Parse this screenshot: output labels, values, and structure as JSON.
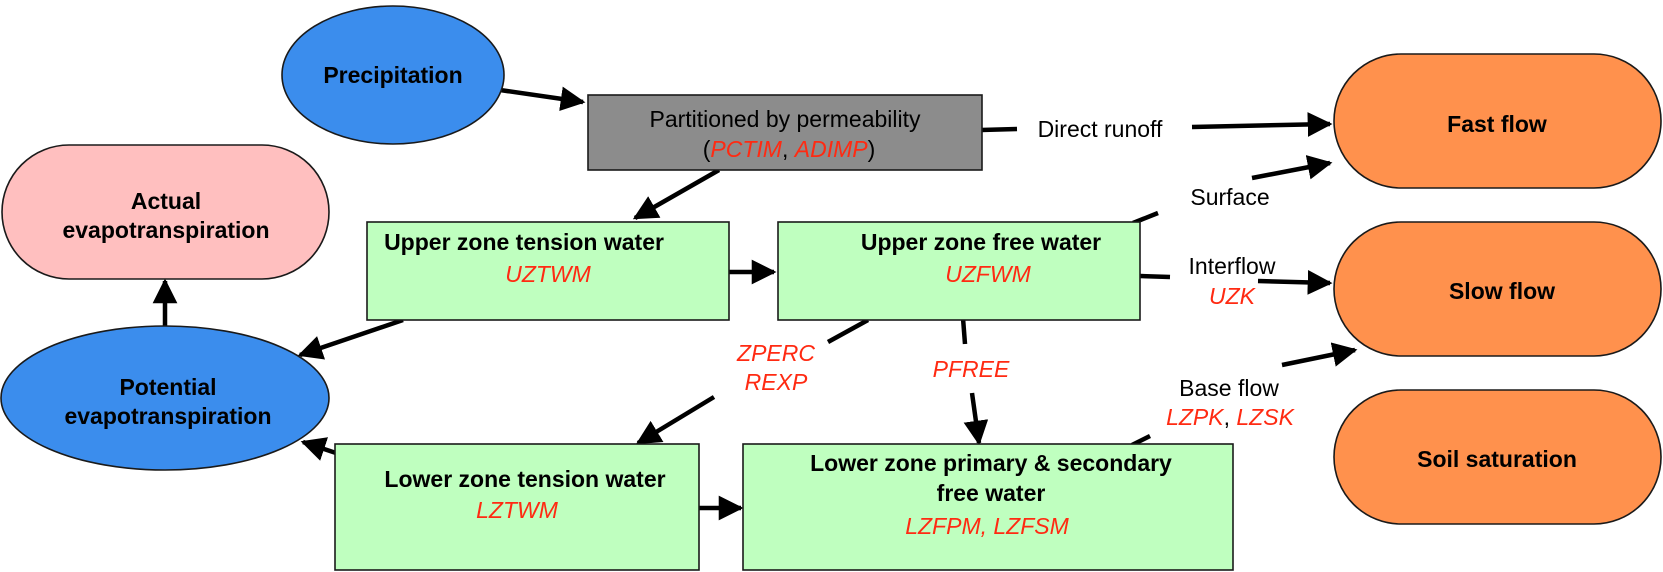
{
  "colors": {
    "input_node": "#3b8ded",
    "evap_actual": "#ffbfbf",
    "partition_box": "#8c8c8c",
    "store_box": "#bfffbf",
    "output_node": "#ff914d",
    "parameter_text": "#ff2a12"
  },
  "nodes": {
    "precipitation": "Precipitation",
    "partition": {
      "title": "Partitioned by permeability",
      "open": "(",
      "param1": "PCTIM",
      "sep": ", ",
      "param2": "ADIMP",
      "close": ")"
    },
    "actual_et": {
      "line1": "Actual",
      "line2": "evapotranspiration"
    },
    "potential_et": {
      "line1": "Potential",
      "line2": "evapotranspiration"
    },
    "uztw": {
      "title": "Upper zone tension water",
      "param": "UZTWM"
    },
    "uzfw": {
      "title": "Upper zone free water",
      "param": "UZFWM"
    },
    "lztw": {
      "title": "Lower zone tension water",
      "param": "LZTWM"
    },
    "lzfw": {
      "line1": "Lower zone primary & secondary",
      "line2": "free water",
      "param": "LZFPM, LZFSM"
    },
    "fast_flow": "Fast flow",
    "slow_flow": "Slow flow",
    "soil_saturation": "Soil saturation"
  },
  "edges": {
    "direct_runoff": "Direct runoff",
    "surface": "Surface",
    "interflow": {
      "label": "Interflow",
      "param": "UZK"
    },
    "percolation": {
      "param1": "ZPERC",
      "param2": "REXP"
    },
    "pfree": "PFREE",
    "base_flow": {
      "label": "Base flow",
      "param1": "LZPK",
      "sep": ", ",
      "param2": "LZSK"
    }
  }
}
